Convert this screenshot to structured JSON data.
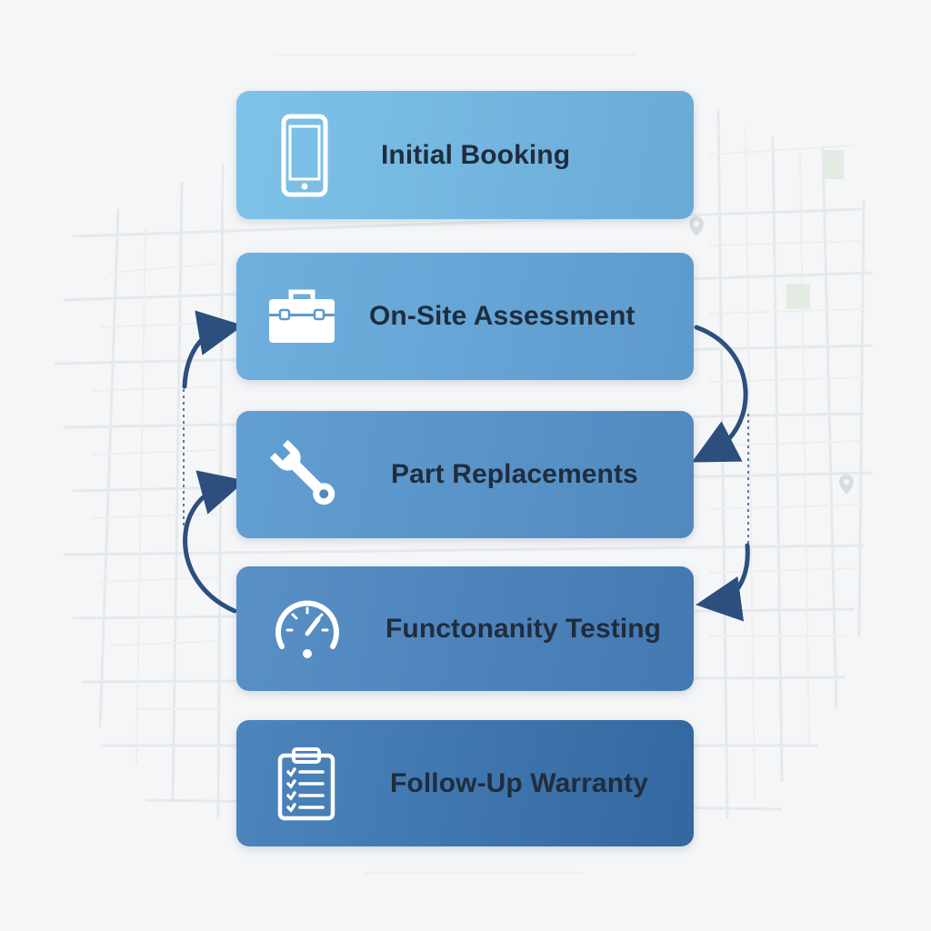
{
  "steps": [
    {
      "label": "Initial Booking",
      "icon": "smartphone-icon"
    },
    {
      "label": "On-Site Assessment",
      "icon": "toolbox-icon"
    },
    {
      "label": "Part Replacements",
      "icon": "wrench-icon"
    },
    {
      "label": "Functonanity Testing",
      "icon": "gauge-icon"
    },
    {
      "label": "Follow-Up Warranty",
      "icon": "clipboard-checklist-icon"
    }
  ],
  "colors": {
    "background": "#f5f6f7",
    "map_lines": "#e4e7ea",
    "arrow": "#2c4f7e",
    "text": "#1f2d3d",
    "icon": "#ffffff",
    "step_top": "#7ec3e9",
    "step_bottom": "#33679f"
  }
}
